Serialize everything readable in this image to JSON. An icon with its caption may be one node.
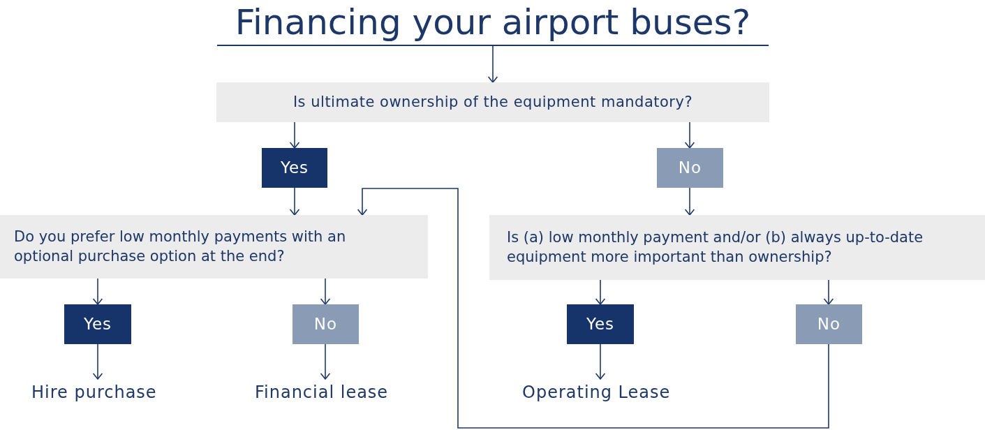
{
  "diagram": {
    "nodes": [
      {
        "text": [
          "Financing your airport buses?"
        ]
      },
      {
        "text": [
          "Is ultimate ownership of the equipment mandatory?"
        ]
      },
      {
        "text": [
          "Yes"
        ]
      },
      {
        "text": [
          "No"
        ]
      },
      {
        "text": [
          "Do you prefer low monthly payments with an optional purchase option at the end?"
        ]
      },
      {
        "text": [
          "Is (a) low monthly payment and/or (b) always up-to-date equipment more important than ownership?"
        ]
      },
      {
        "text": [
          "Yes"
        ]
      },
      {
        "text": [
          "No"
        ]
      },
      {
        "text": [
          "Yes"
        ]
      },
      {
        "text": [
          "No"
        ]
      },
      {
        "text": [
          "Hire purchase"
        ]
      },
      {
        "text": [
          "Financial lease"
        ]
      },
      {
        "text": [
          "Operating Lease"
        ]
      }
    ],
    "edges": [
      {
        "from": 0,
        "to": 1,
        "arrow": "to"
      },
      {
        "from": 1,
        "to": 2,
        "arrow": "to"
      },
      {
        "from": 1,
        "to": 3,
        "arrow": "to"
      },
      {
        "from": 2,
        "to": 4,
        "arrow": "to"
      },
      {
        "from": 3,
        "to": 5,
        "arrow": "to"
      },
      {
        "from": 4,
        "to": 6,
        "arrow": "to"
      },
      {
        "from": 4,
        "to": 7,
        "arrow": "to"
      },
      {
        "from": 5,
        "to": 8,
        "arrow": "to"
      },
      {
        "from": 5,
        "to": 9,
        "arrow": "to"
      },
      {
        "from": 6,
        "to": 10,
        "arrow": "to"
      },
      {
        "from": 7,
        "to": 11,
        "arrow": "to"
      },
      {
        "from": 8,
        "to": 12,
        "arrow": "to"
      },
      {
        "from": 9,
        "to": 4,
        "arrow": "to"
      }
    ]
  }
}
